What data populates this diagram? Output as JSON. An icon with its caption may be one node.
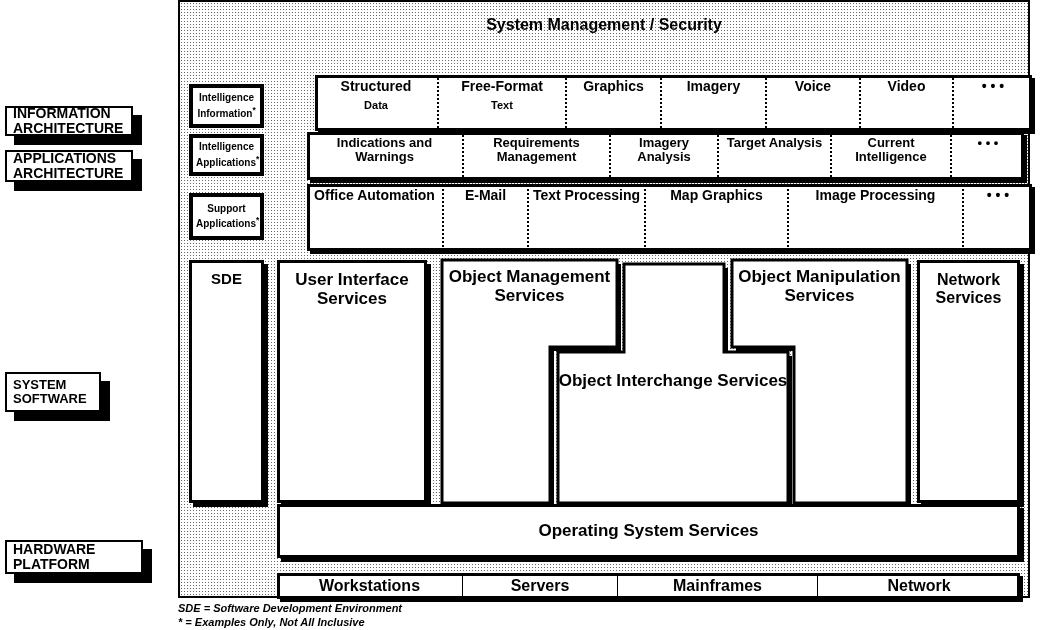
{
  "diagram": {
    "nodes": [
      {
        "text": [
          "System Management / Security"
        ]
      },
      {
        "text": [
          "INFORMATION ARCHITECTURE"
        ]
      },
      {
        "text": [
          "APPLICATIONS ARCHITECTURE"
        ]
      },
      {
        "text": [
          "SYSTEM SOFTWARE"
        ]
      },
      {
        "text": [
          "HARDWARE PLATFORM"
        ]
      },
      {
        "text": [
          "Intelligence Information$^{*}$"
        ],
        "in": 0
      },
      {
        "text": [],
        "shape": "box",
        "in": 0
      },
      {
        "text": [
          "Structured",
          "Data"
        ],
        "in": 6
      },
      {
        "text": [
          "Free-Format",
          "Text"
        ],
        "in": 6
      },
      {
        "text": [
          "Graphics"
        ],
        "in": 6
      },
      {
        "text": [
          "Imagery"
        ],
        "in": 6
      },
      {
        "text": [
          "Voice"
        ],
        "in": 6
      },
      {
        "text": [
          "Video"
        ],
        "in": 6
      },
      {
        "text": [
          "• • •"
        ],
        "in": 6
      },
      {
        "text": [
          "Intelligence Applications$^{*}$"
        ],
        "in": 0
      },
      {
        "text": [],
        "shape": "box",
        "in": 0
      },
      {
        "text": [
          "Indications and Warnings"
        ],
        "in": 15
      },
      {
        "text": [
          "Requirements Management"
        ],
        "in": 15
      },
      {
        "text": [
          "Imagery Analysis"
        ],
        "in": 15
      },
      {
        "text": [
          "Target Analysis"
        ],
        "in": 15
      },
      {
        "text": [
          "Current Intelligence"
        ],
        "in": 15
      },
      {
        "text": [
          "• • •"
        ],
        "in": 15
      },
      {
        "text": [
          "Support Applications$^{*}$"
        ],
        "in": 0
      },
      {
        "text": [],
        "shape": "box",
        "in": 0
      },
      {
        "text": [
          "Office Automation"
        ],
        "in": 23
      },
      {
        "text": [
          "E-Mail"
        ],
        "in": 23
      },
      {
        "text": [
          "Text Processing"
        ],
        "in": 23
      },
      {
        "text": [
          "Map Graphics"
        ],
        "in": 23
      },
      {
        "text": [
          "Image Processing"
        ],
        "in": 23
      },
      {
        "text": [
          "• • •"
        ],
        "in": 23
      },
      {
        "text": [
          "SDE"
        ],
        "in": 0
      },
      {
        "text": [
          "User Interface Services"
        ],
        "in": 0
      },
      {
        "text": [
          "Object Management Services"
        ],
        "in": 0
      },
      {
        "text": [
          "Object Manipulation Services"
        ],
        "in": 0
      },
      {
        "text": [
          "Object Interchange Services"
        ],
        "in": 0
      },
      {
        "text": [
          "Network Services"
        ],
        "in": 0
      },
      {
        "text": [
          "Operating System Services"
        ],
        "in": 0
      },
      {
        "text": [],
        "shape": "box",
        "in": 0
      },
      {
        "text": [
          "Workstations"
        ],
        "in": 37
      },
      {
        "text": [
          "Servers"
        ],
        "in": 37
      },
      {
        "text": [
          "Mainframes"
        ],
        "in": 37
      },
      {
        "text": [
          "Network"
        ],
        "in": 37
      }
    ],
    "labels": [
      "SDE = Software Development Environment",
      "* = Examples Only, Not All Inclusive"
    ]
  }
}
